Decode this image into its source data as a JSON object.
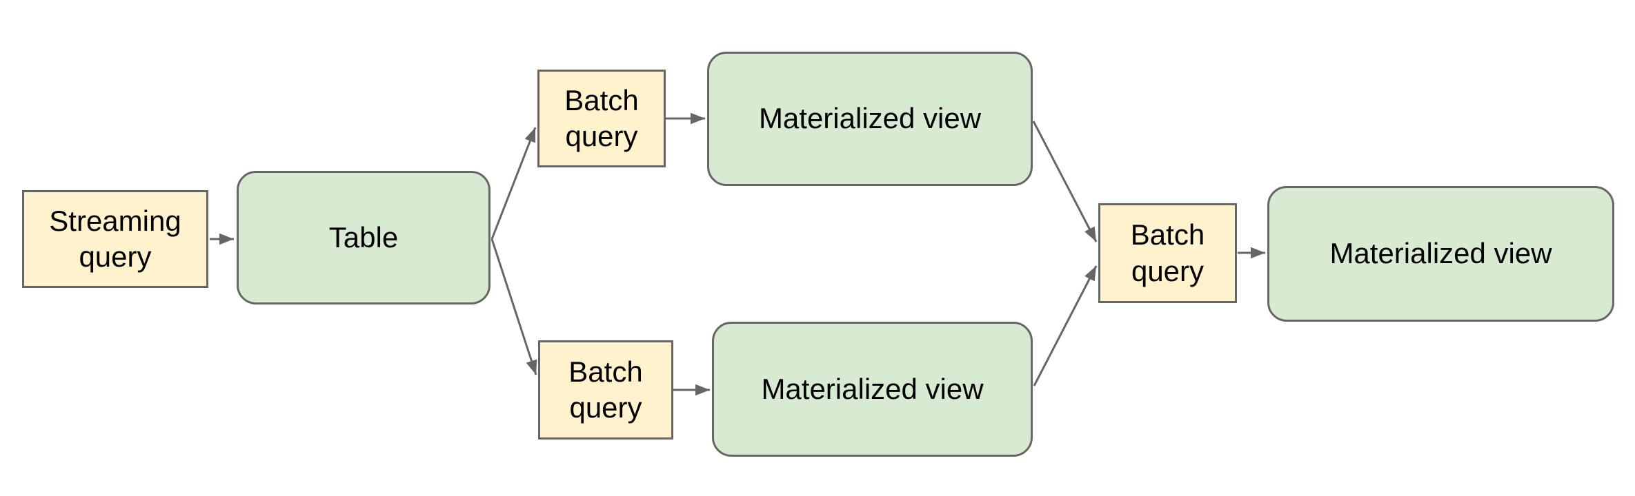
{
  "diagram": {
    "colors": {
      "query_node_fill": "#fff2cc",
      "view_node_fill": "#d9ead3",
      "node_border": "#666666",
      "arrow": "#666666",
      "text": "#000000",
      "background": "#ffffff"
    },
    "nodes": {
      "streaming_query": {
        "label": "Streaming\nquery",
        "kind": "query"
      },
      "table": {
        "label": "Table",
        "kind": "view"
      },
      "batch_query_top": {
        "label": "Batch\nquery",
        "kind": "query"
      },
      "materialized_view_top": {
        "label": "Materialized view",
        "kind": "view"
      },
      "batch_query_bottom": {
        "label": "Batch\nquery",
        "kind": "query"
      },
      "materialized_view_bottom": {
        "label": "Materialized view",
        "kind": "view"
      },
      "batch_query_right": {
        "label": "Batch\nquery",
        "kind": "query"
      },
      "materialized_view_final": {
        "label": "Materialized view",
        "kind": "view"
      }
    },
    "edges": [
      {
        "from": "streaming_query",
        "to": "table"
      },
      {
        "from": "table",
        "to": "batch_query_top"
      },
      {
        "from": "table",
        "to": "batch_query_bottom"
      },
      {
        "from": "batch_query_top",
        "to": "materialized_view_top"
      },
      {
        "from": "batch_query_bottom",
        "to": "materialized_view_bottom"
      },
      {
        "from": "materialized_view_top",
        "to": "batch_query_right"
      },
      {
        "from": "materialized_view_bottom",
        "to": "batch_query_right"
      },
      {
        "from": "batch_query_right",
        "to": "materialized_view_final"
      }
    ]
  }
}
